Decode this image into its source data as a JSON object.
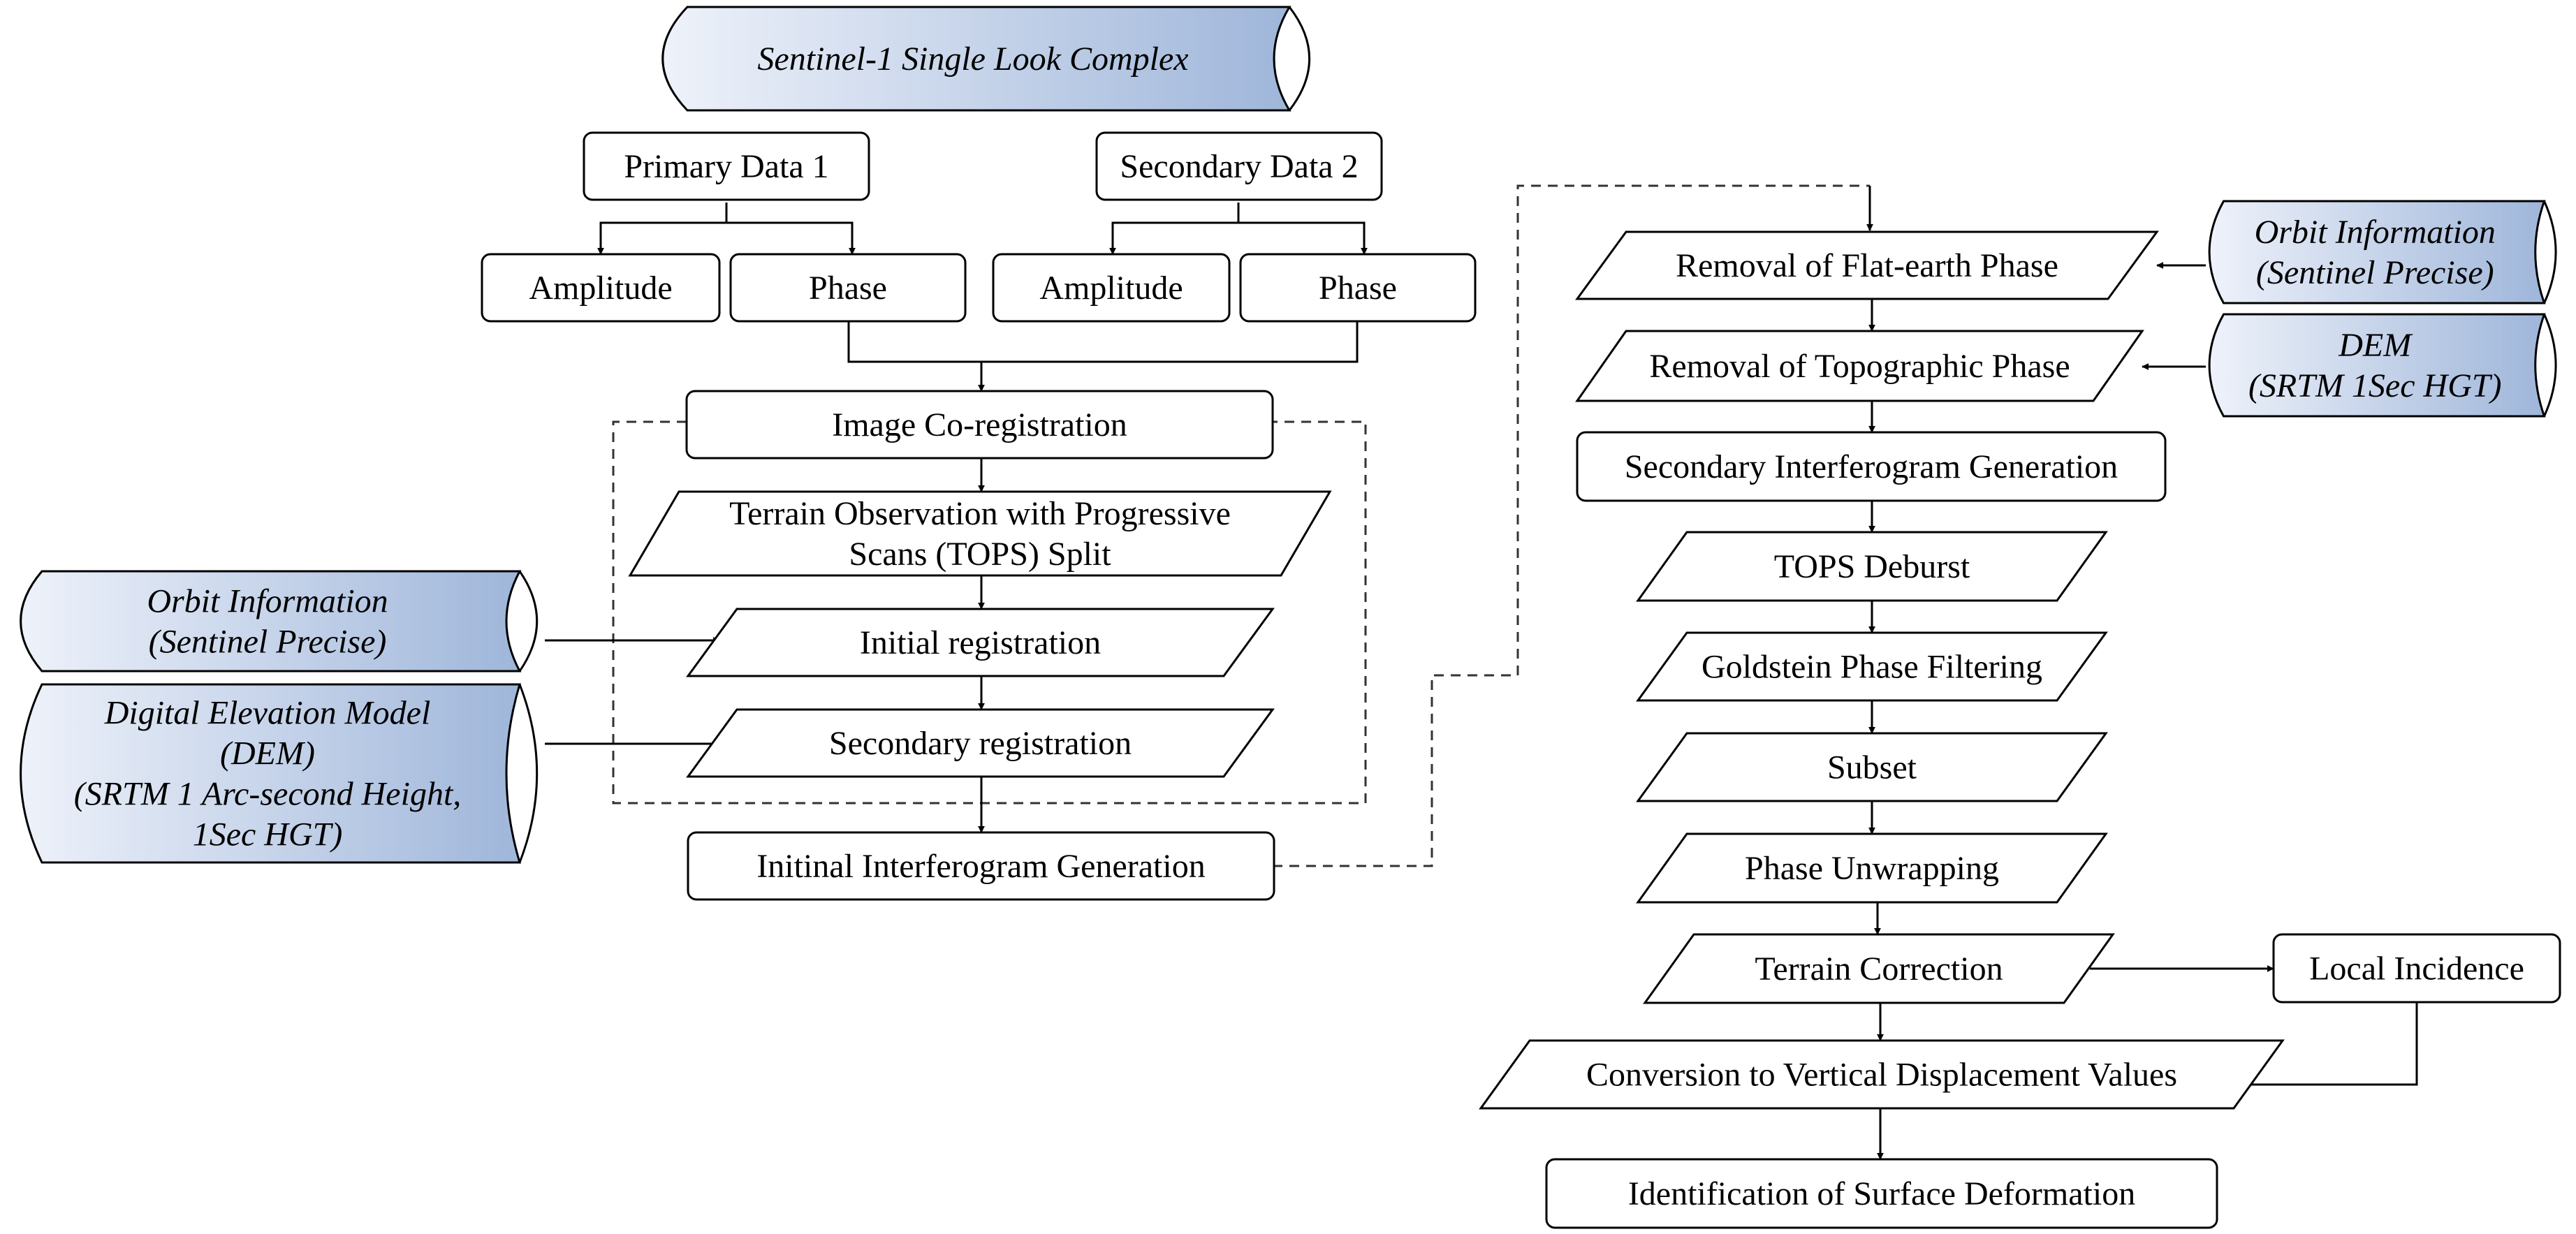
{
  "diagram": {
    "cylinders": {
      "sentinel": [
        "Sentinel-1 Single Look Complex"
      ],
      "orbit_left": [
        "Orbit Information",
        "(Sentinel Precise)"
      ],
      "dem_left": [
        "Digital Elevation Model",
        "(DEM)",
        "(SRTM 1 Arc-second Height,",
        "1Sec HGT)"
      ],
      "orbit_right": [
        "Orbit Information",
        "(Sentinel Precise)"
      ],
      "dem_right": [
        "DEM",
        "(SRTM 1Sec HGT)"
      ]
    },
    "processes": {
      "primary": [
        "Primary Data 1"
      ],
      "secondary": [
        "Secondary Data 2"
      ],
      "amp1": [
        "Amplitude"
      ],
      "phase1": [
        "Phase"
      ],
      "amp2": [
        "Amplitude"
      ],
      "phase2": [
        "Phase"
      ],
      "coreg": [
        "Image Co-registration"
      ],
      "sec_ifg": [
        "Secondary Interferogram Generation"
      ],
      "init_ifg": [
        "Initinal Interferogram Generation"
      ],
      "local_inc": [
        "Local Incidence"
      ],
      "identify": [
        "Identification of Surface Deformation"
      ]
    },
    "parallelograms": {
      "tops_split": [
        "Terrain Observation with Progressive",
        "Scans (TOPS) Split"
      ],
      "init_reg": [
        "Initial registration"
      ],
      "sec_reg": [
        "Secondary registration"
      ],
      "flat_earth": [
        "Removal of Flat-earth Phase"
      ],
      "topo": [
        "Removal of Topographic Phase"
      ],
      "deburst": [
        "TOPS Deburst"
      ],
      "goldstein": [
        "Goldstein Phase Filtering"
      ],
      "subset": [
        "Subset"
      ],
      "unwrap": [
        "Phase Unwrapping"
      ],
      "terrain": [
        "Terrain Correction"
      ],
      "conversion": [
        "Conversion to Vertical Displacement Values"
      ]
    },
    "colors": {
      "cylinder_light": "#eef2fa",
      "cylinder_dark": "#9fb6da",
      "stroke": "#000000"
    }
  }
}
